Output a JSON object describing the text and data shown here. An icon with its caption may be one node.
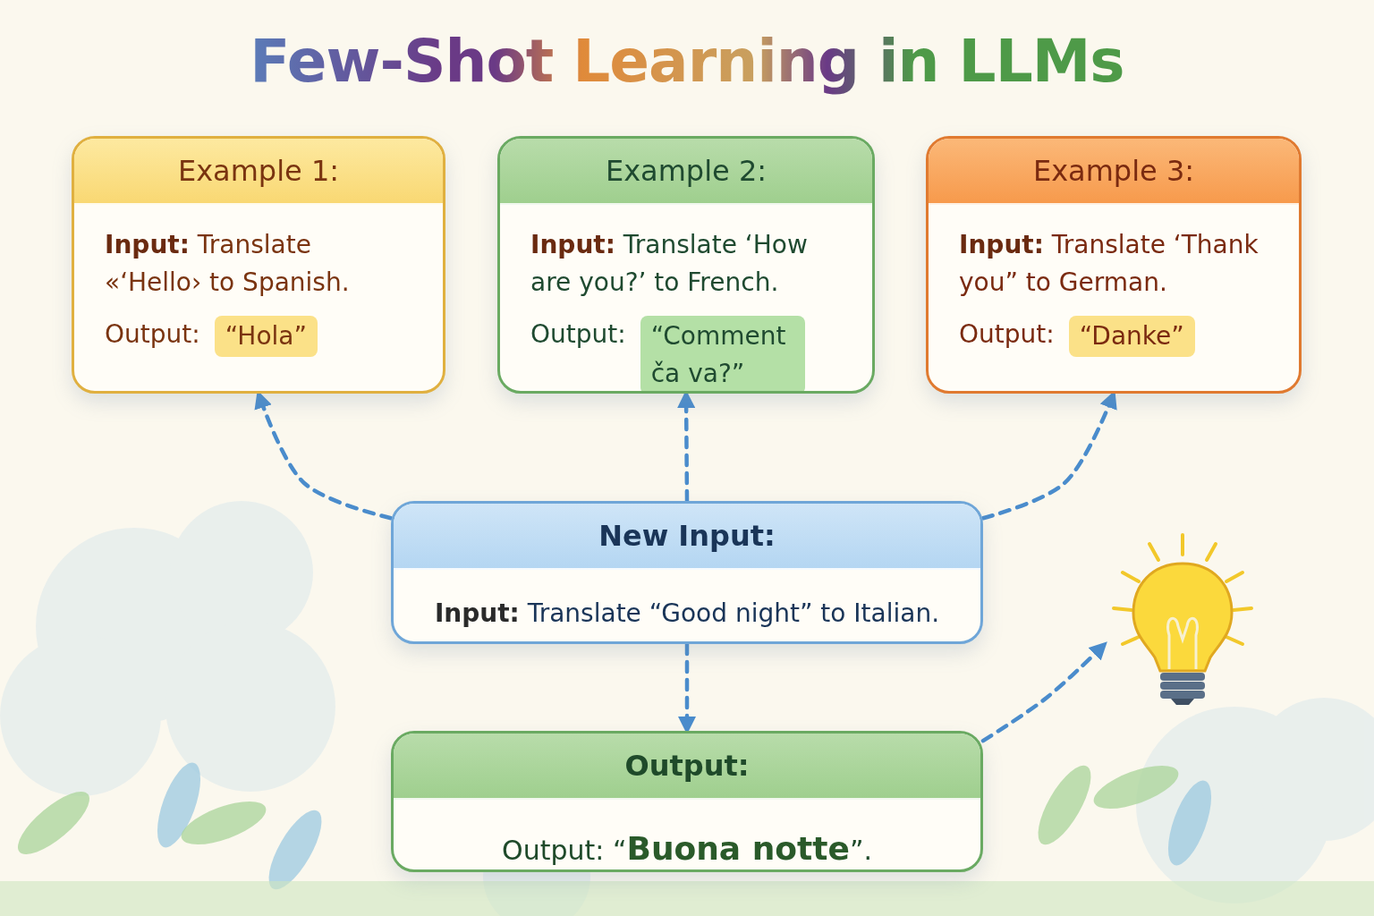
{
  "diagram": {
    "title": "Few-Shot Learning in LLMs",
    "nodes": [
      {
        "text": [
          "Example 1:",
          "**Input:** Translate «‘Hello› to Spanish.",
          "Output:",
          "“Hola”"
        ]
      },
      {
        "text": [
          "Example 2:",
          "**Input:** Translate ‘How are you?’ to French.",
          "Output:",
          "“Comment ča va?”"
        ]
      },
      {
        "text": [
          "Example 3:",
          "**Input:** Translate ‘Thank you” to German.",
          "Output:",
          "“Danke”"
        ]
      },
      {
        "text": [
          "New Input:",
          "**Input:** Translate “Good night” to Italian."
        ]
      },
      {
        "text": [
          "Output:",
          "Output: “**Buona notte**”."
        ]
      },
      {
        "text": [],
        "shape": "picture"
      }
    ],
    "edges": [
      {
        "from": 3,
        "to": 0,
        "arrow": "to",
        "style": "dashed"
      },
      {
        "from": 3,
        "to": 1,
        "arrow": "to",
        "style": "dashed"
      },
      {
        "from": 3,
        "to": 2,
        "arrow": "to",
        "style": "dashed"
      },
      {
        "from": 3,
        "to": 4,
        "arrow": "to",
        "style": "dashed"
      },
      {
        "from": 4,
        "to": 5,
        "arrow": "to",
        "style": "dashed"
      }
    ]
  }
}
